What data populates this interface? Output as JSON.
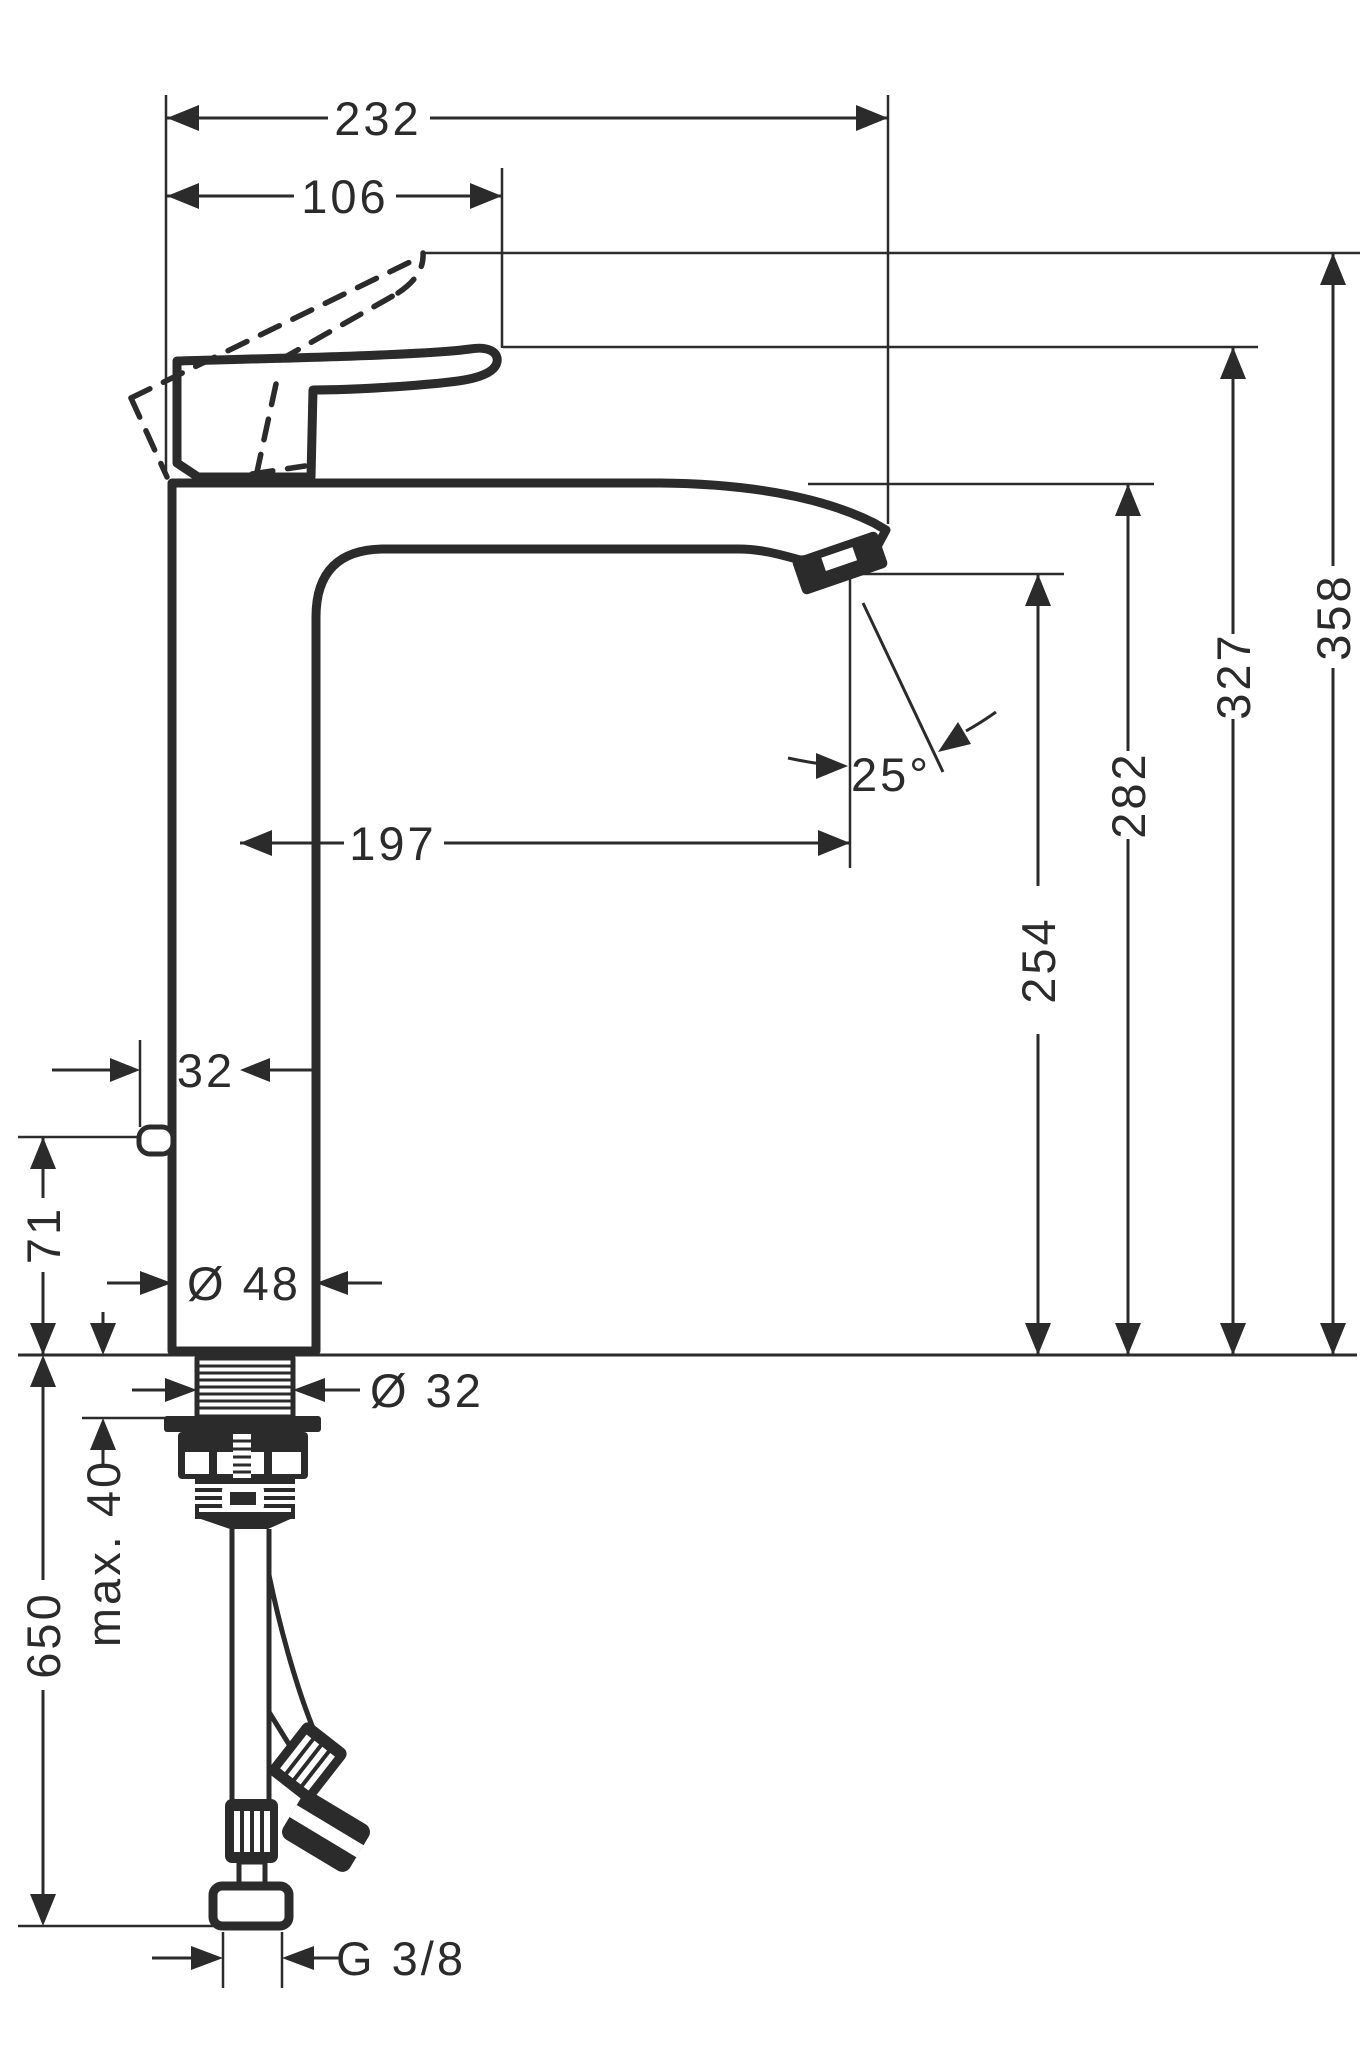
{
  "meta": {
    "drawing_type": "technical dimension drawing",
    "subject": "single-lever basin mixer faucet, side view with mounting hardware and supply hoses",
    "background_color": "#ffffff",
    "line_color": "#2b2b2b"
  },
  "dimensions": {
    "overall_depth": "232",
    "handle_projection": "106",
    "spout_reach": "197",
    "height_handle_open": "358",
    "height_handle_closed": "327",
    "height_spout_top": "282",
    "height_outlet": "254",
    "outlet_angle": "25°",
    "pull_rod_offset": "32",
    "pull_rod_height": "71",
    "body_diameter": "Ø 48",
    "shank_diameter": "Ø 32",
    "max_mounting_thickness": "max. 40",
    "hose_length": "650",
    "thread_size": "G 3/8"
  }
}
